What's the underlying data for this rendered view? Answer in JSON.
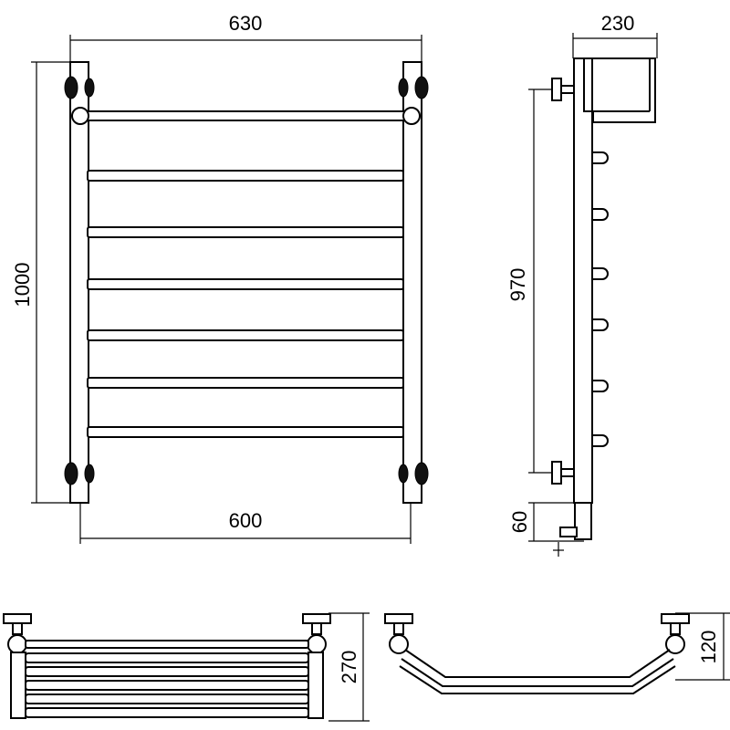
{
  "dimensions": {
    "overall_width": "630",
    "inner_width": "600",
    "height": "1000",
    "depth": "230",
    "mount_spacing": "970",
    "bottom_offset": "60",
    "shelf_height": "270",
    "shelf_depth": "120"
  },
  "colors": {
    "line": "#000000",
    "background": "#ffffff"
  }
}
